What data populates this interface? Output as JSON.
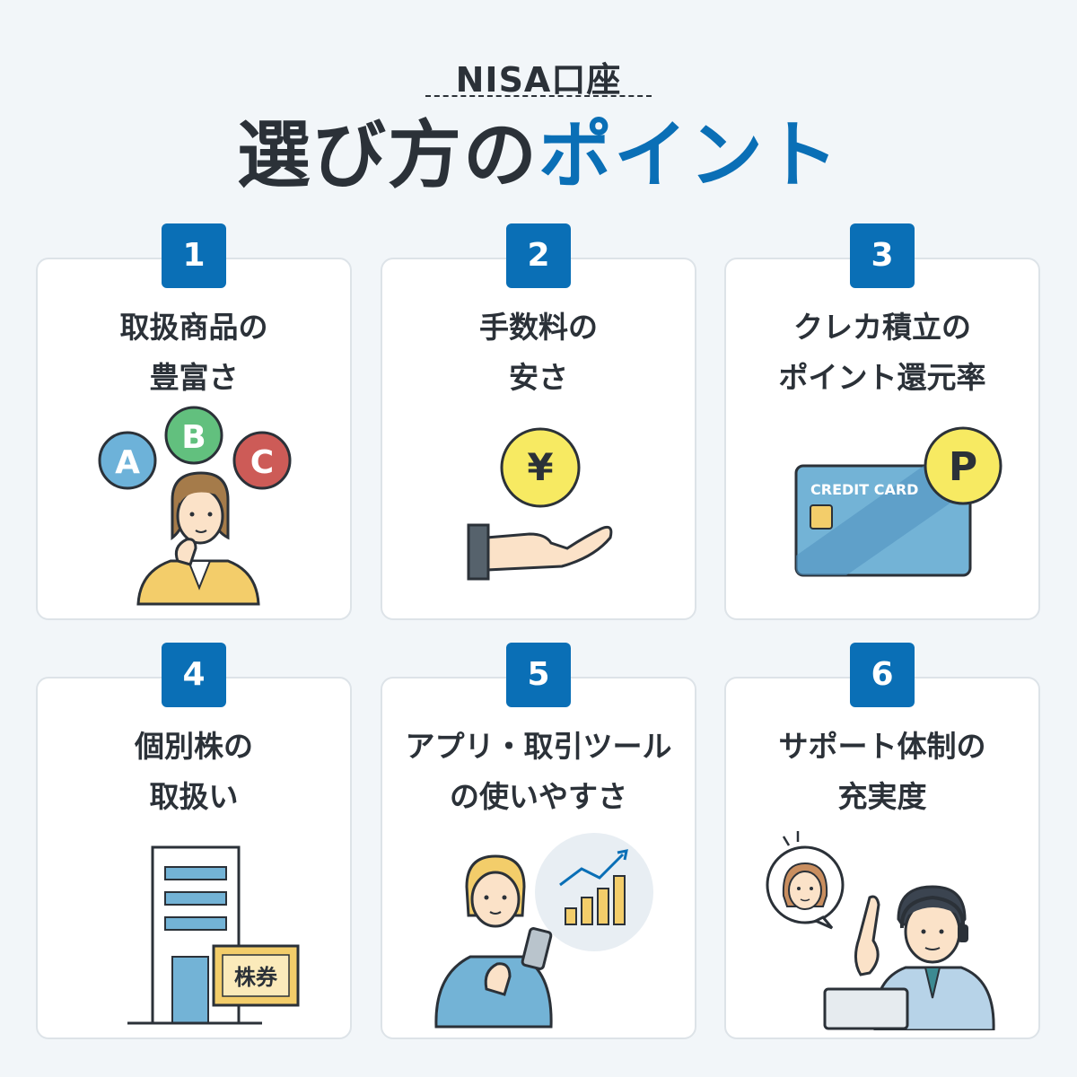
{
  "header": {
    "subtitle": "NISA口座",
    "title_main": "選び方の",
    "title_accent": "ポイント"
  },
  "colors": {
    "accent": "#0a6fb6",
    "background": "#f2f6f9",
    "card": "#ffffff"
  },
  "cards": [
    {
      "number": "1",
      "title": "取扱商品の\n豊富さ",
      "illustration": "woman-thinking-abc",
      "labels": [
        "A",
        "B",
        "C"
      ]
    },
    {
      "number": "2",
      "title": "手数料の\n安さ",
      "illustration": "hand-with-yen-coin",
      "labels": [
        "¥"
      ]
    },
    {
      "number": "3",
      "title": "クレカ積立の\nポイント還元率",
      "illustration": "credit-card-with-points",
      "labels": [
        "CREDIT CARD",
        "P"
      ]
    },
    {
      "number": "4",
      "title": "個別株の\n取扱い",
      "illustration": "building-and-stock-certificate",
      "labels": [
        "株券"
      ]
    },
    {
      "number": "5",
      "title": "アプリ・取引ツール\nの使いやすさ",
      "illustration": "woman-smartphone-chart",
      "labels": []
    },
    {
      "number": "6",
      "title": "サポート体制の\n充実度",
      "illustration": "support-operator",
      "labels": []
    }
  ]
}
